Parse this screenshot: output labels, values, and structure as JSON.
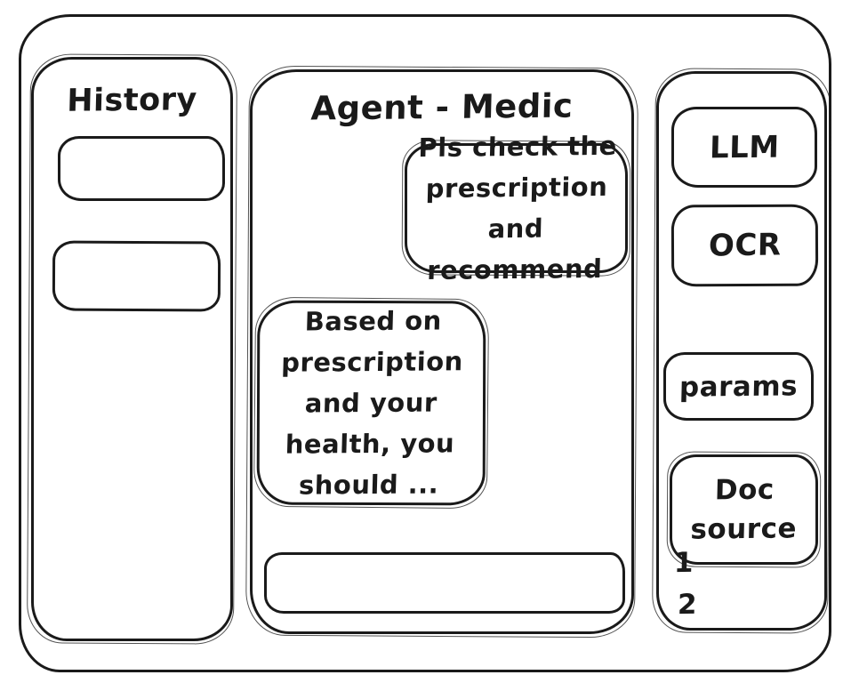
{
  "window": {
    "background_color": "#ffffff",
    "stroke_color": "#1a1a1a"
  },
  "history_panel": {
    "title": "History",
    "items": [
      {
        "label": ""
      },
      {
        "label": ""
      }
    ]
  },
  "chat_panel": {
    "title": "Agent - Medic",
    "messages": [
      {
        "role": "user",
        "align": "right",
        "text": "Pls check the\nprescription\nand recommend"
      },
      {
        "role": "assistant",
        "align": "left",
        "text": "Based on\nprescription\nand your\nhealth, you\nshould ..."
      }
    ],
    "input": {
      "value": "",
      "placeholder": ""
    }
  },
  "tools_panel": {
    "buttons": [
      {
        "label": "LLM"
      },
      {
        "label": "OCR"
      },
      {
        "label": "params"
      },
      {
        "label": "Doc\nsource"
      }
    ],
    "doc_source_items": [
      "1",
      "2"
    ]
  }
}
